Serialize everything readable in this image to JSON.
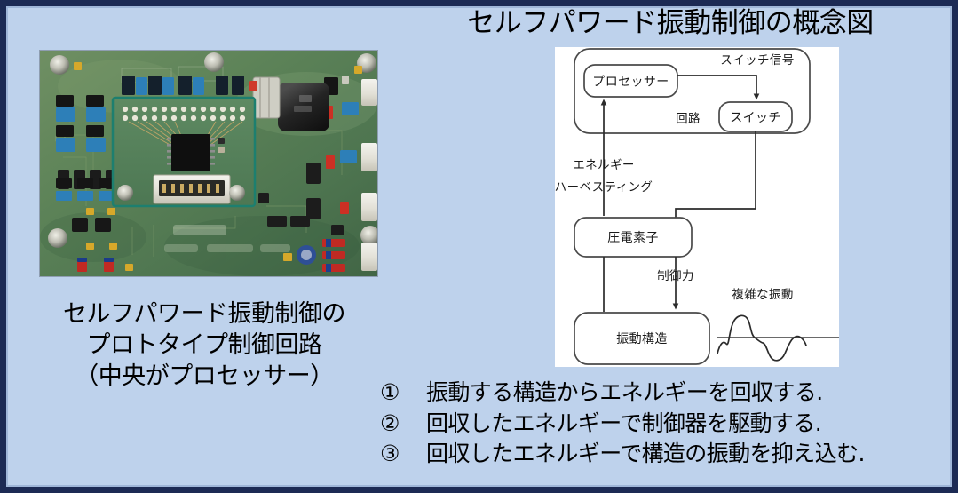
{
  "slide": {
    "background_color": "#bed2ec",
    "border_color": "#1c2a54"
  },
  "photo": {
    "alt_name": "prototype-control-circuit-board-photo",
    "caption_lines": [
      "セルフパワード振動制御の",
      "プロトタイプ制御回路",
      "（中央がプロセッサー）"
    ]
  },
  "diagram": {
    "title": "セルフパワード振動制御の概念図",
    "panel_background": "#ffffff",
    "line_color": "#3a3a3a",
    "nodes": {
      "processor": "プロセッサー",
      "switch": "スイッチ",
      "piezo": "圧電素子",
      "structure": "振動構造"
    },
    "labels": {
      "circuit": "回路",
      "switch_signal": "スイッチ信号",
      "energy_line1": "エネルギー",
      "energy_line2": "ハーベスティング",
      "control_force": "制御力",
      "complex_vibration": "複雑な振動"
    }
  },
  "points": [
    {
      "number": "①",
      "text": "振動する構造からエネルギーを回収する."
    },
    {
      "number": "②",
      "text": "回収したエネルギーで制御器を駆動する."
    },
    {
      "number": "③",
      "text": "回収したエネルギーで構造の振動を抑え込む."
    }
  ]
}
